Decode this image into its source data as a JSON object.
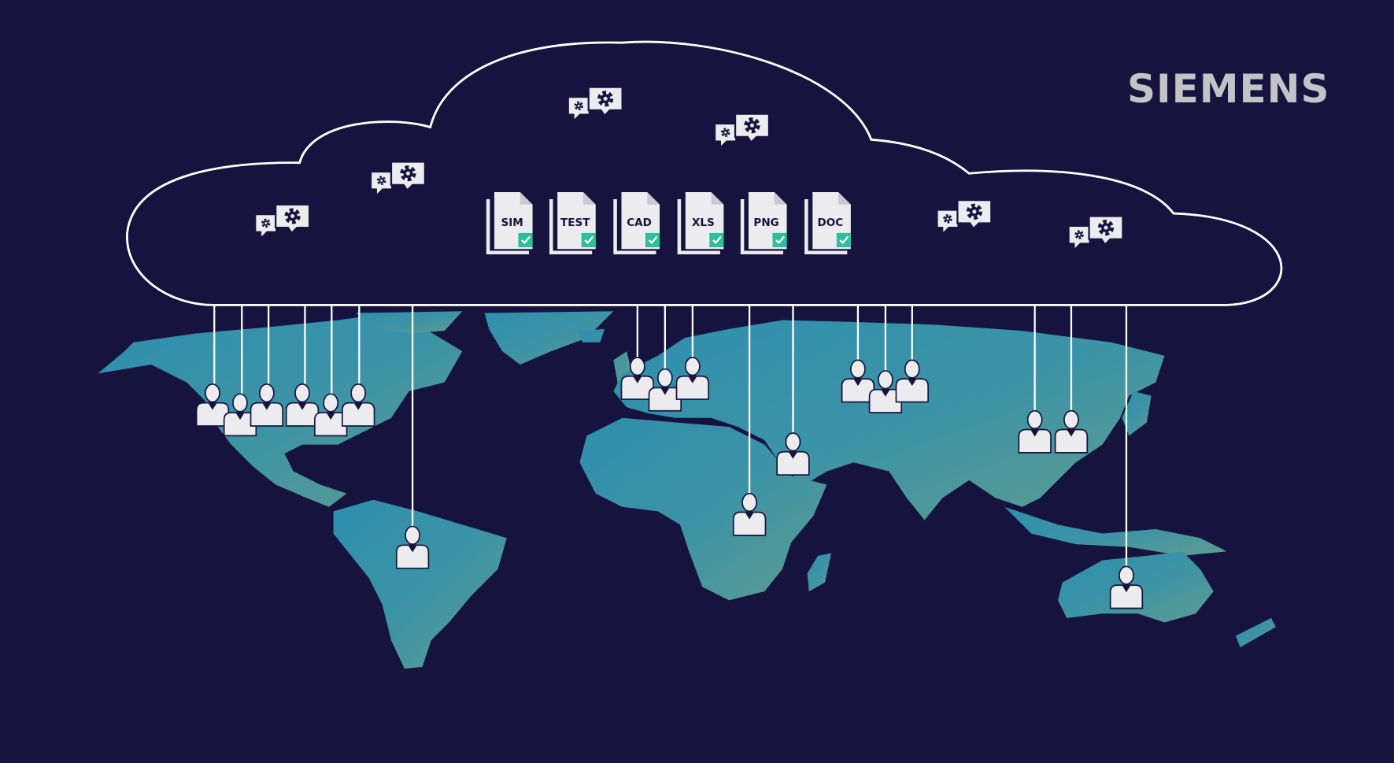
{
  "logo": {
    "text": "SIEMENS"
  },
  "colors": {
    "background": "#16143f",
    "map_start": "#2a8aa8",
    "map_end": "#5a9a8e",
    "check": "#2bbf9c",
    "icon_fill": "#ececee",
    "outline": "#ffffff"
  },
  "cloud": {
    "files": [
      {
        "label": "SIM",
        "status": "check-icon"
      },
      {
        "label": "TEST",
        "status": "check-icon"
      },
      {
        "label": "CAD",
        "status": "check-icon"
      },
      {
        "label": "XLS",
        "status": "check-icon"
      },
      {
        "label": "PNG",
        "status": "check-icon"
      },
      {
        "label": "DOC",
        "status": "check-icon"
      }
    ],
    "process_icons": [
      "gear-chat-icon",
      "gear-chat-icon",
      "gear-chat-icon",
      "gear-chat-icon",
      "gear-chat-icon",
      "gear-chat-icon"
    ]
  },
  "users": [
    {
      "region": "north-america",
      "count": 6
    },
    {
      "region": "south-america",
      "count": 1
    },
    {
      "region": "europe",
      "count": 3
    },
    {
      "region": "africa",
      "count": 1
    },
    {
      "region": "middle-east",
      "count": 1
    },
    {
      "region": "central-asia",
      "count": 3
    },
    {
      "region": "east-asia",
      "count": 2
    },
    {
      "region": "australia",
      "count": 1
    }
  ]
}
